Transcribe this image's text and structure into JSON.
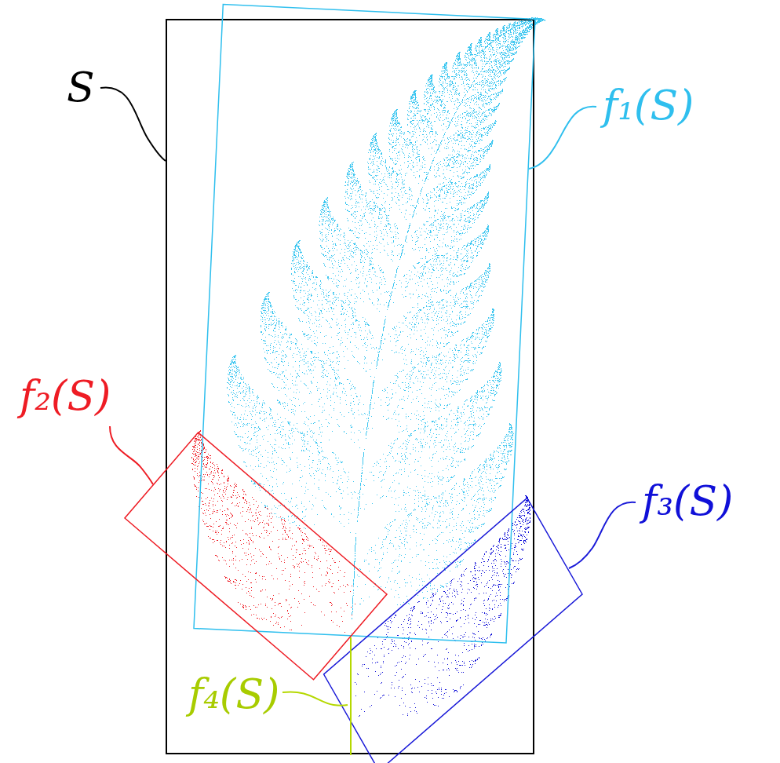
{
  "diagram": {
    "labels": [
      "S",
      "f₁(S)",
      "f₂(S)",
      "f₃(S)",
      "f₄(S)"
    ]
  }
}
